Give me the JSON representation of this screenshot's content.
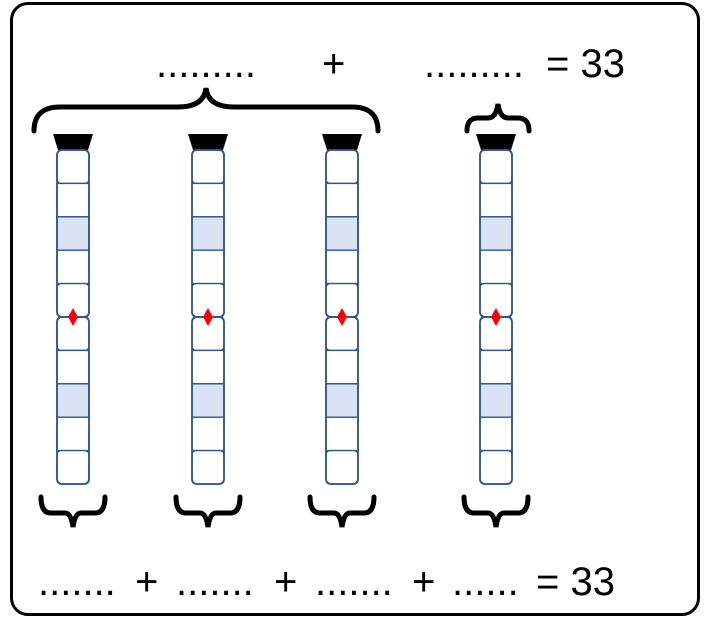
{
  "top_equation": {
    "blank_1": ".........",
    "plus": "+",
    "blank_2": ".........",
    "equals_total": "= 33"
  },
  "bottom_equation": {
    "blank_1": ".......",
    "plus_1": "+",
    "blank_2": ".......",
    "plus_2": "+",
    "blank_3": ".......",
    "plus_3": "+",
    "blank_4": "......",
    "equals_total": "= 33"
  },
  "rods": {
    "count": 4,
    "segments_per_rod": 10,
    "shaded_segments": [
      3,
      8
    ],
    "marker_after_segment": 5,
    "colors": {
      "rod_outline": "#2f5597",
      "segment_fill": "#ffffff",
      "shaded_fill": "#dae3f3",
      "cap": "#000000",
      "marker": "#ff0000"
    }
  }
}
